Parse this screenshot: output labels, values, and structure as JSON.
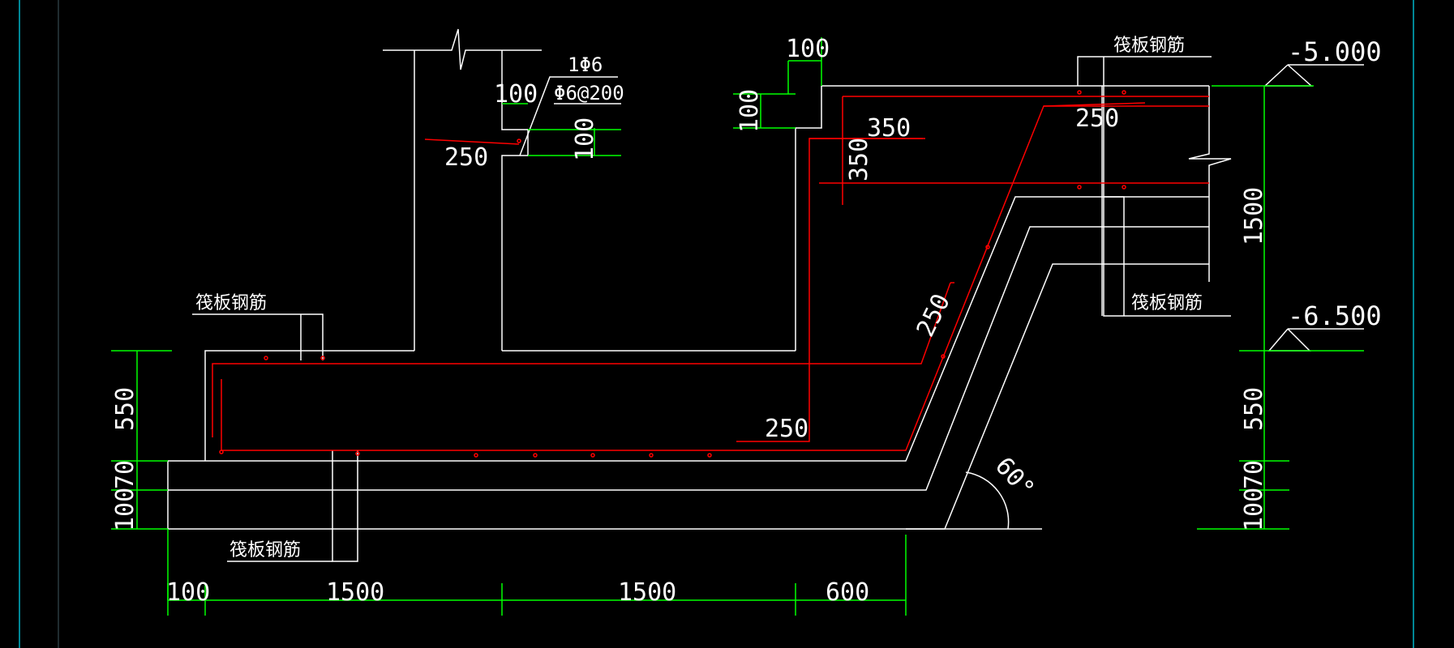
{
  "colors": {
    "background": "#000000",
    "outline": "#ffffff",
    "rebar": "#ff0000",
    "dimension": "#00ff00",
    "frame": "#00b4c8",
    "text": "#ffffff"
  },
  "labels": {
    "raft_rebar_left": "筏板钢筋",
    "raft_rebar_bottom": "筏板钢筋",
    "raft_rebar_top_right": "筏板钢筋",
    "raft_rebar_right": "筏板钢筋",
    "rebar_1phi6": "1Φ6",
    "rebar_phi6_at200": "Φ6@200"
  },
  "elevations": {
    "top": "-5.000",
    "bottom": "-6.500"
  },
  "dimensions": {
    "bottom_100": "100",
    "bottom_1500_a": "1500",
    "bottom_1500_b": "1500",
    "bottom_600": "600",
    "left_550": "550",
    "left_100": "100",
    "left_70": "70",
    "right_1500": "1500",
    "right_550": "550",
    "right_100": "100",
    "right_70": "70",
    "top_100_h": "100",
    "top_100_v": "100",
    "mid_100_h": "100",
    "mid_100_v": "100",
    "rebar_250_top_left": "250",
    "rebar_250_top_right": "250",
    "rebar_350_h": "350",
    "rebar_350_v": "350",
    "rebar_250_slope": "250",
    "rebar_250_bottom": "250",
    "angle_60": "60°"
  }
}
